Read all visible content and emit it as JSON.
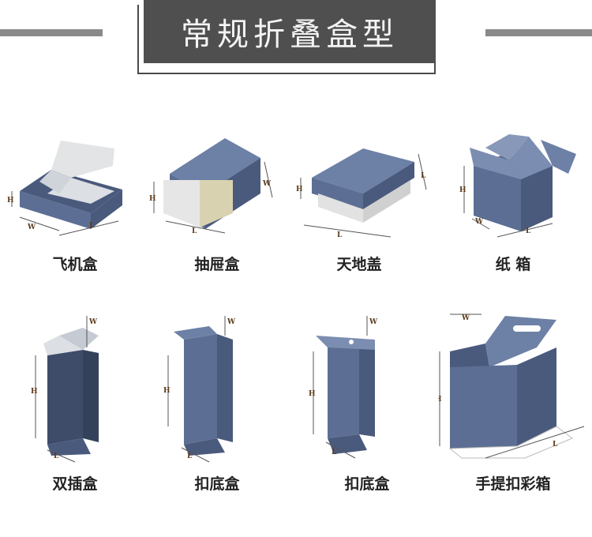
{
  "header": {
    "title": "常规折叠盒型"
  },
  "dimension_letters": {
    "h": "H",
    "w": "W",
    "l": "L"
  },
  "boxes": [
    {
      "label": "飞机盒"
    },
    {
      "label": "抽屉盒"
    },
    {
      "label": "天地盖"
    },
    {
      "label": "纸 箱"
    },
    {
      "label": "双插盒"
    },
    {
      "label": "扣底盒"
    },
    {
      "label": "扣底盒"
    },
    {
      "label": "手提扣彩箱"
    }
  ],
  "colors": {
    "box_front": "#5c6e93",
    "box_side": "#4a5a7d",
    "box_top": "#6d80a6",
    "inner": "#d9dde3",
    "banner": "#4f4f4f"
  }
}
